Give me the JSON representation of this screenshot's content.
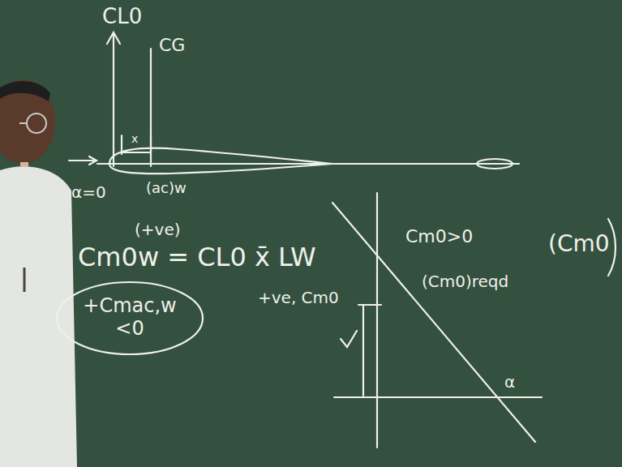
{
  "diagram": {
    "nodes": [
      {
        "text": [
          "+Cmac,w",
          "<0"
        ]
      }
    ],
    "labels": [
      "CL0",
      "CG",
      "x",
      "α=0",
      "(ac)w",
      "(+ve)",
      "Cm0w = CL0 x̄ LW",
      "+ve, Cm0",
      "Cm0>0",
      "(Cm0)reqd",
      "α",
      "(Cm0"
    ]
  }
}
